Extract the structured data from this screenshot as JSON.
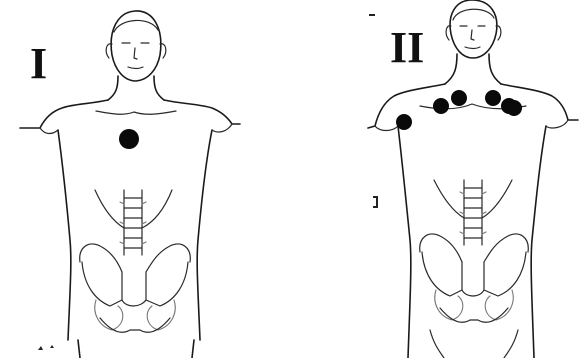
{
  "panels": [
    {
      "label": "I",
      "markers": 1
    },
    {
      "label": "II",
      "markers": 6
    }
  ],
  "colors": {
    "outline": "#1a1a1a",
    "marker": "#0a0a0a",
    "background": "#ffffff"
  }
}
